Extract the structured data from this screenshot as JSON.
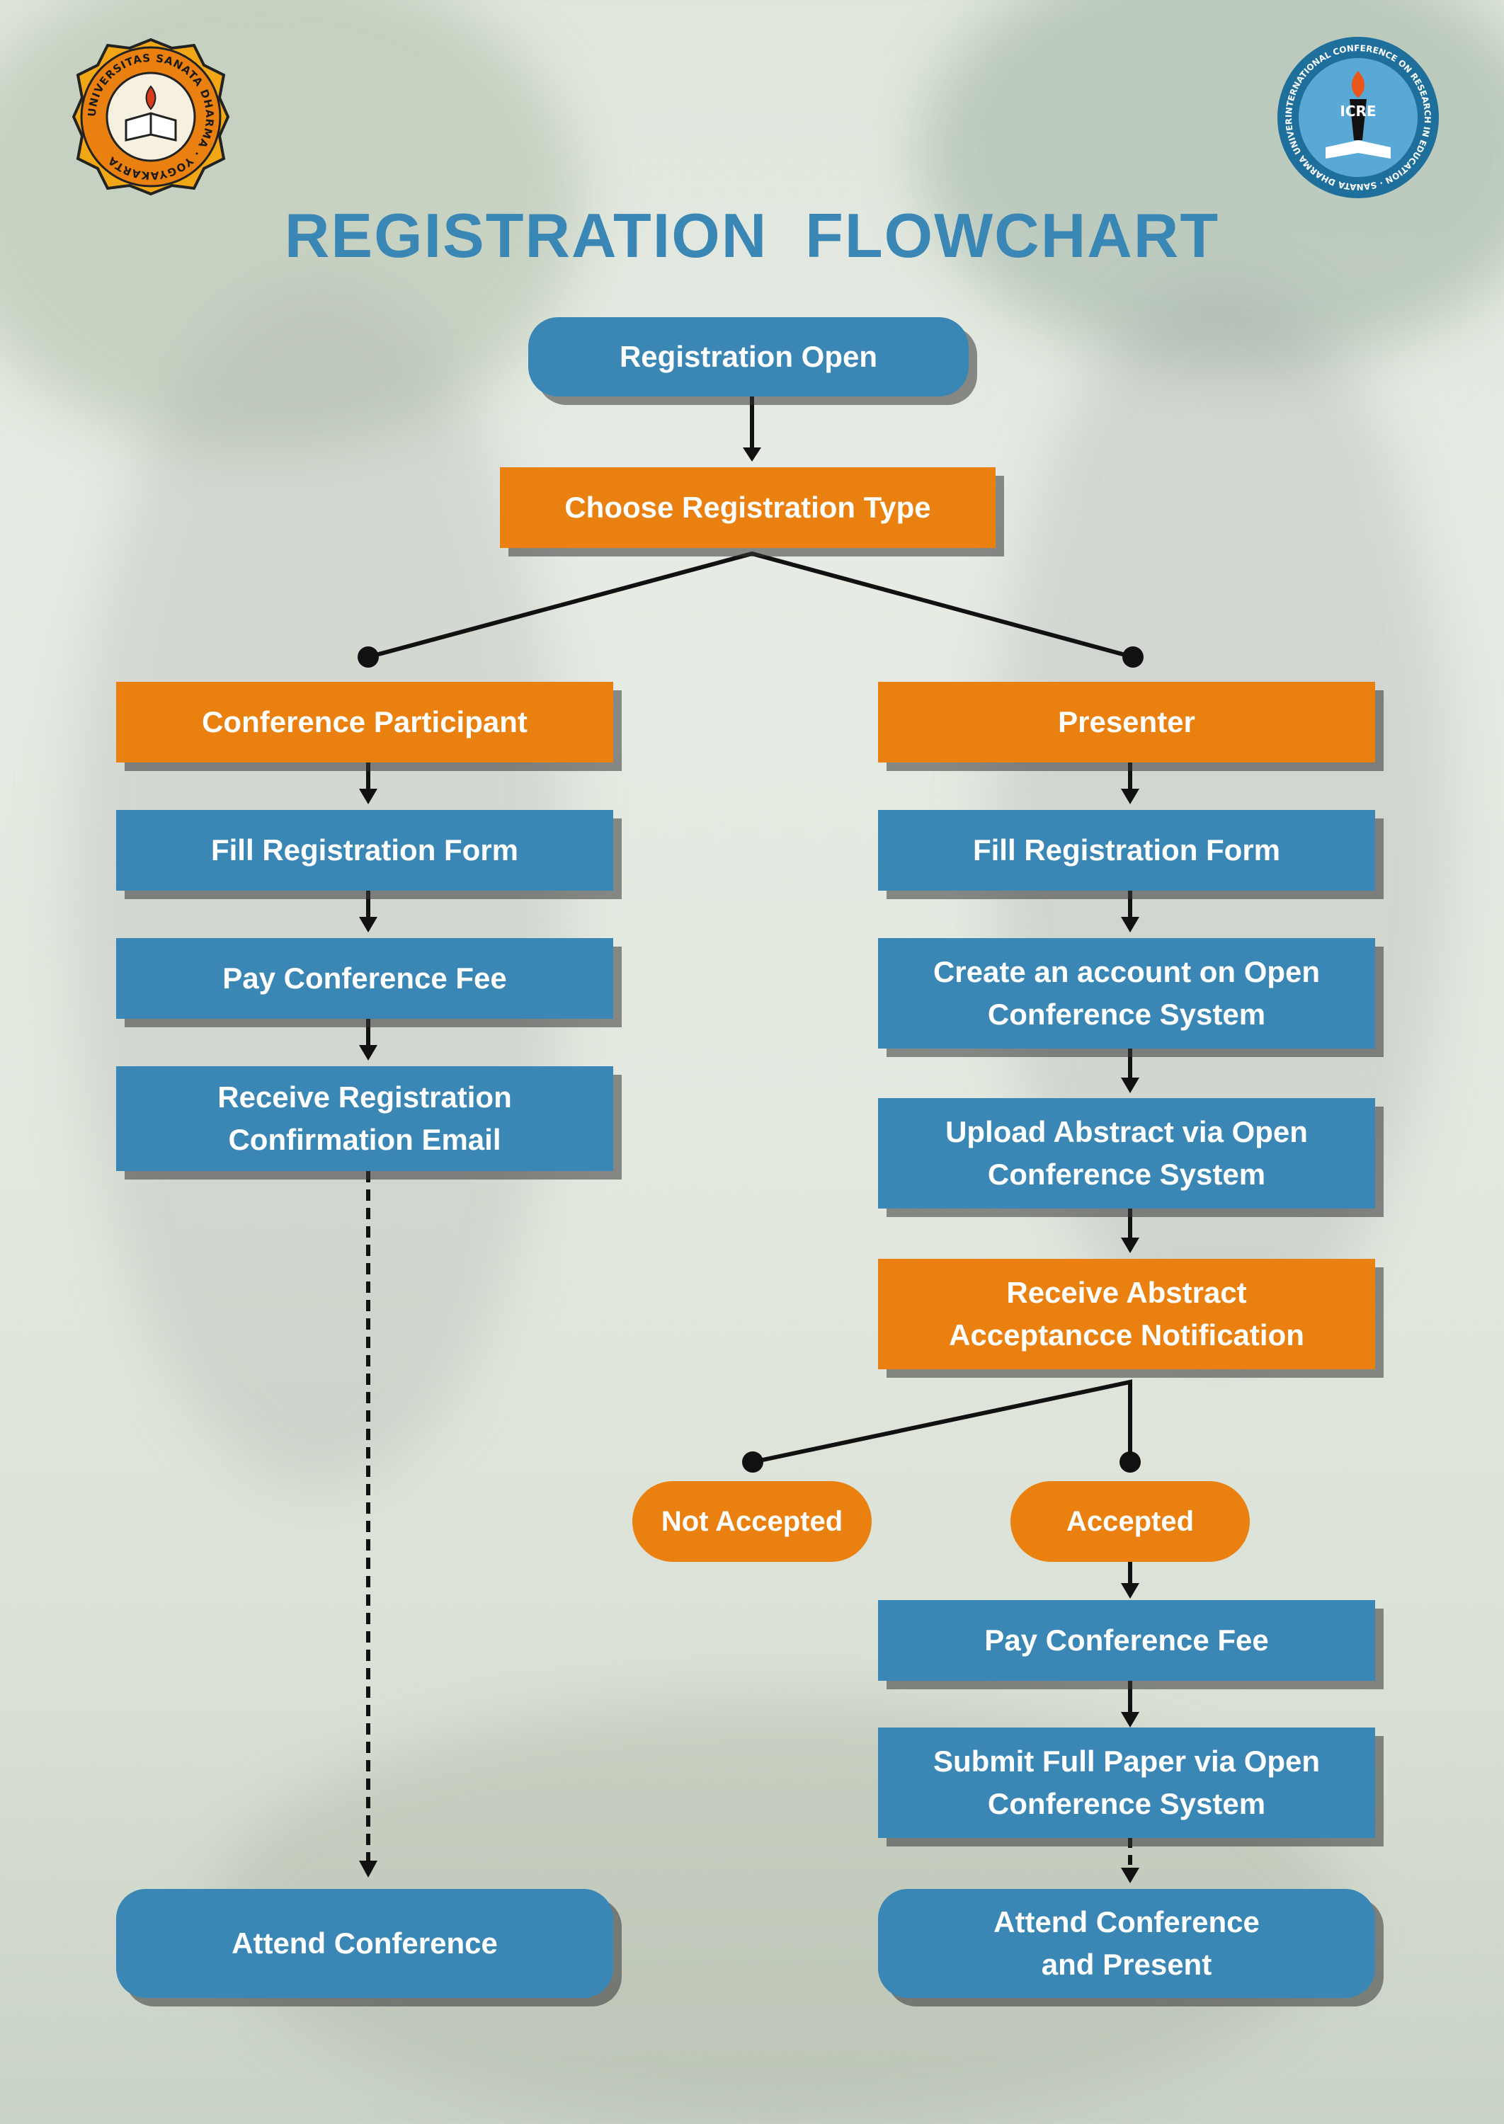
{
  "title": "REGISTRATION  FLOWCHART",
  "colors": {
    "primary_blue": "#3a86b4",
    "accent_orange": "#e9800f",
    "title_blue": "#3a86b4"
  },
  "logos": {
    "left": {
      "icon": "university-seal-icon",
      "ring_text": "UNIVERSITAS SANATA DHARMA · YOGYAKARTA"
    },
    "right": {
      "icon": "conference-globe-icon",
      "center_text": "ICRE",
      "ring_text": "INTERNATIONAL CONFERENCE ON RESEARCH IN EDUCATION · SANATA DHARMA UNIVERSITY"
    }
  },
  "nodes": {
    "registration_open": "Registration Open",
    "choose_type": "Choose Registration Type",
    "participant": {
      "role": "Conference Participant",
      "fill_form": "Fill Registration Form",
      "pay_fee": "Pay Conference Fee",
      "confirmation": [
        "Receive Registration",
        "Confirmation Email"
      ],
      "attend": "Attend Conference"
    },
    "presenter": {
      "role": "Presenter",
      "fill_form": "Fill Registration Form",
      "create_account": [
        "Create an account on Open",
        "Conference System"
      ],
      "upload_abstract": [
        "Upload Abstract via Open",
        "Conference System"
      ],
      "notification": [
        "Receive Abstract",
        "Acceptancce Notification"
      ],
      "not_accepted": "Not Accepted",
      "accepted": "Accepted",
      "pay_fee": "Pay Conference Fee",
      "submit_paper": [
        "Submit Full Paper via Open",
        "Conference System"
      ],
      "attend_present": [
        "Attend Conference",
        "and Present"
      ]
    }
  }
}
